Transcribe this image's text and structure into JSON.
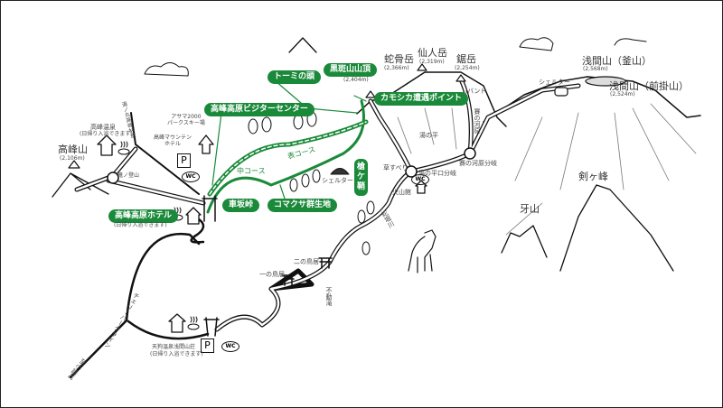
{
  "mountains": {
    "takamine": {
      "name": "高峰山",
      "elev": "(2,106m)"
    },
    "kurofu": {
      "name": "黒斑山山頂",
      "elev": "(2,404m)"
    },
    "jakotsu": {
      "name": "蛇骨岳",
      "elev": "(2,366m)"
    },
    "sennin": {
      "name": "仙人岳",
      "elev": "(2,319m)"
    },
    "nokogiri": {
      "name": "鋸岳",
      "elev": "(2,254m)"
    },
    "asama_kama": {
      "name": "浅間山（釜山）",
      "elev": "(2,568m)"
    },
    "asama_maekake": {
      "name": "浅間山（前掛山）",
      "elev": "(2,524m)"
    },
    "tsurugigamine": "剣ヶ峰",
    "kibayama": "牙山"
  },
  "green_labels": {
    "visitor_center": "高峰高原ビジターセンター",
    "tomi_no_kashira": "トーミの頭",
    "kamoshika_point": "カモシカ遭遇ポイント",
    "hotel": "高峰高原ホテル",
    "kurumazaka": "車坂峠",
    "komakusa": "コマクサ群生地",
    "torinokubi": "槍ケ鞘"
  },
  "courses": {
    "naka": "中コース",
    "omote": "表コース"
  },
  "places": {
    "takamine_onsen": {
      "name": "高峰温泉",
      "note": "(日帰り入浴できます)"
    },
    "asama2000": "アサマ2000\nパークスキー場",
    "mountain_hotel": "高峰マウンテン\nホテル",
    "kagodaira": "篭ノ登山",
    "kurumazaka_road": "湯ノ丸高峰林道",
    "hotel_note": "(日帰り入浴できます)",
    "shelter1": "シェルター",
    "shelter2": "シェルター",
    "yunotaira": "湯の平",
    "kusasuberi": "草すべり",
    "yunotaira_junction": "湯の平口分岐",
    "sainokawara_junction": "賽の河原分岐",
    "sainokawara": "賽の河原",
    "j_band": "Jバンド",
    "kazankan": "火山館",
    "sawa": "蛇堀川",
    "ninotorii": "二の鳥居",
    "ichinotorii": "一の鳥居",
    "fudotaki": "不動滝",
    "cherry_line": "チェリーパークライン",
    "komoro_ic": "至小諸IC",
    "tenguonsen": {
      "name": "天狗温泉浅間山荘",
      "note": "(日帰り入浴できます)"
    }
  },
  "icons": {
    "parking": "P",
    "wc": "WC"
  },
  "colors": {
    "accent": "#1a8a3a",
    "line": "#111111"
  }
}
